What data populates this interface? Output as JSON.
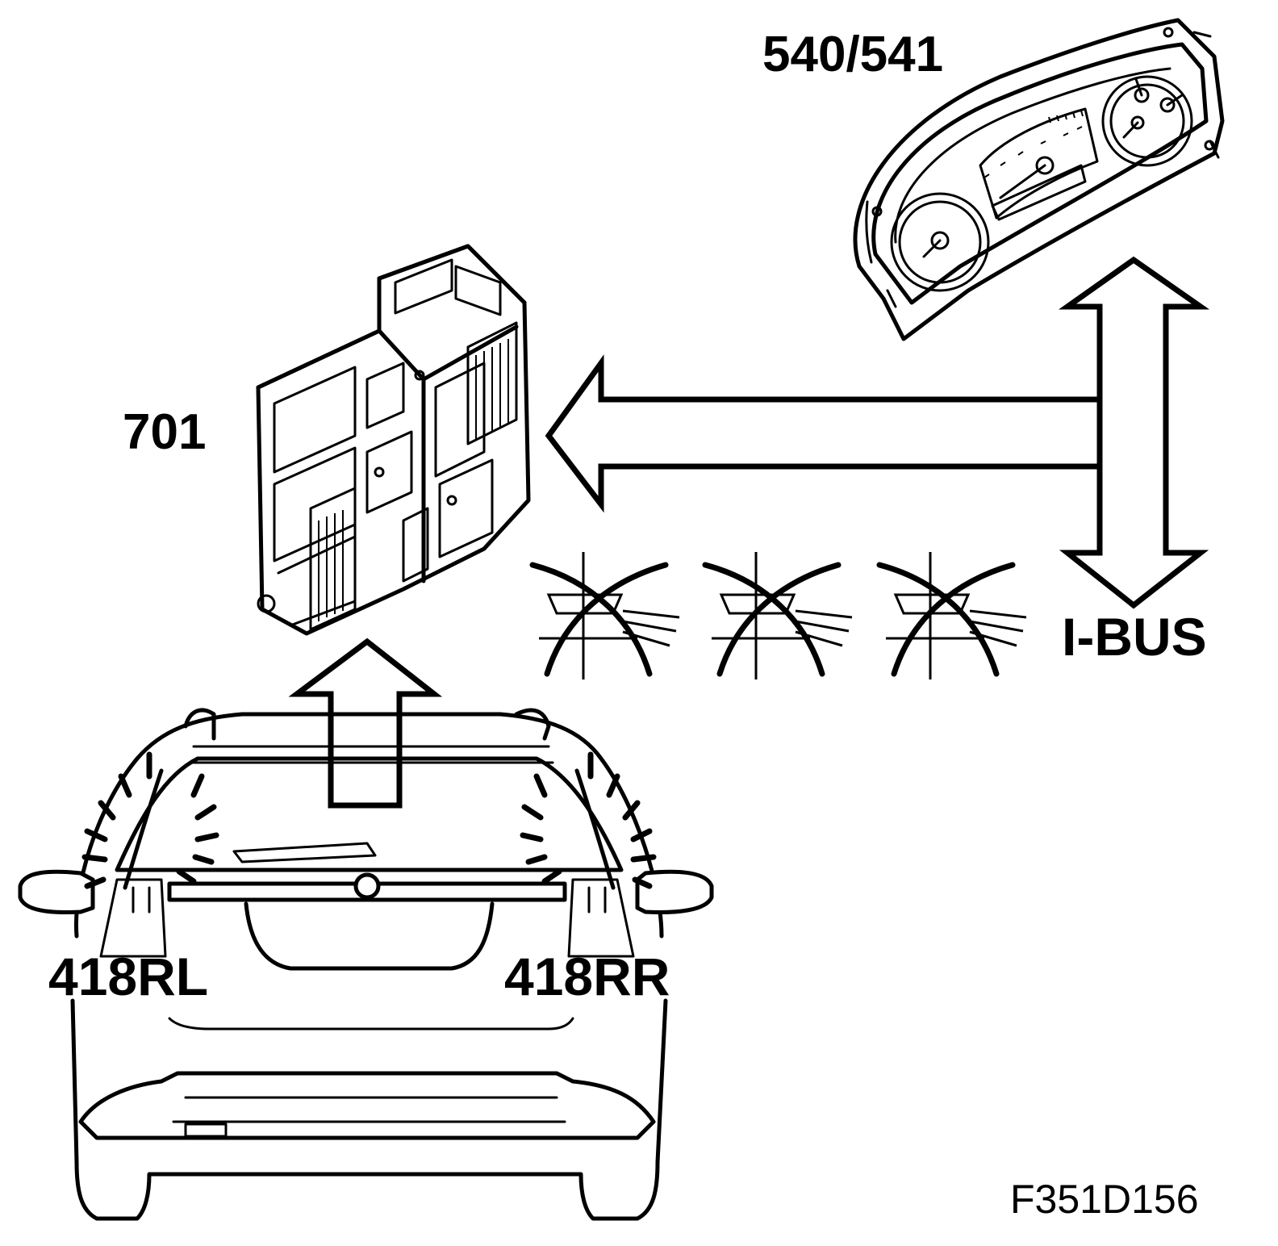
{
  "labels": {
    "instrument_cluster": "540/541",
    "control_module": "701",
    "bus": "I-BUS",
    "lamp_left": "418RL",
    "lamp_right": "418RR",
    "figure_code": "F351D156"
  },
  "icons": {
    "cluster": "instrument-cluster-icon",
    "module": "control-module-icon",
    "car": "car-rear-view-icon",
    "blocked_signal": "crossed-out-lamp-signal-icon"
  },
  "colors": {
    "ink": "#000000",
    "paper": "#ffffff"
  }
}
